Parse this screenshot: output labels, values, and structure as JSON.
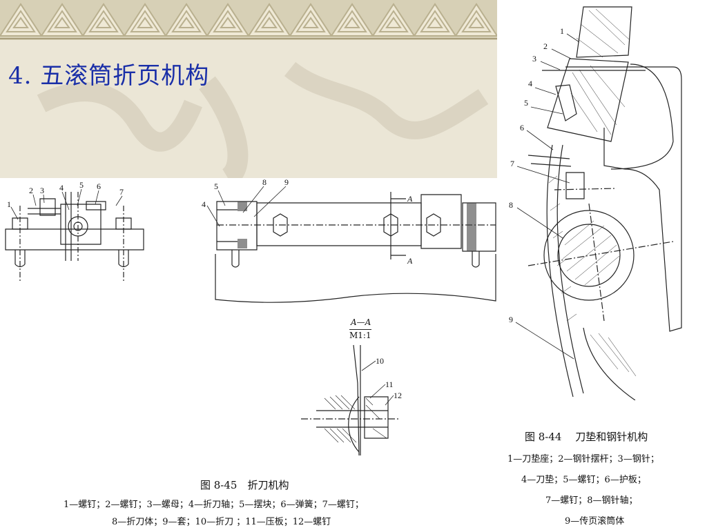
{
  "slide": {
    "title": "4. 五滚筒折页机构"
  },
  "figure_8_45": {
    "caption": "图 8-45　折刀机构",
    "legend_line1": "1—螺钉；2—螺钉；3—螺母；4—折刀轴；5—摆块；6—弹簧；7—螺钉；",
    "legend_line2": "8—折刀体；9—套；10—折刀 ；11—压板；12—螺钉",
    "section_label_top": "A—A",
    "section_label_bottom": "M1:1",
    "arrow_label_a1": "A",
    "arrow_label_a2": "A",
    "left_view_numbers": [
      "1",
      "2",
      "3",
      "4",
      "5",
      "6",
      "7"
    ],
    "front_view_numbers": [
      "4",
      "5",
      "8",
      "9"
    ],
    "section_numbers": [
      "10",
      "11",
      "12"
    ]
  },
  "figure_8_44": {
    "caption": "图 8-44　 刀垫和钢针机构",
    "legend_line1": "1—刀垫座；2—钢针摆杆；3—钢针；",
    "legend_line2": "4—刀垫；5—螺钉；6—护板；",
    "legend_line3": "7—螺钉；8—钢针轴；",
    "legend_line4": "9—传页滚筒体",
    "numbers": [
      "1",
      "2",
      "3",
      "4",
      "5",
      "6",
      "7",
      "8",
      "9"
    ]
  }
}
